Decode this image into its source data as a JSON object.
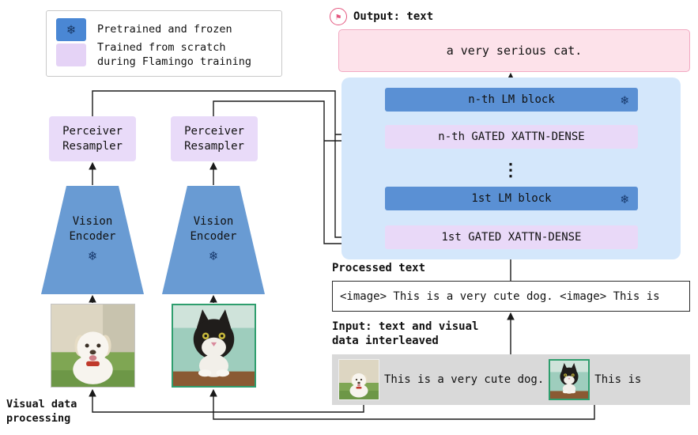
{
  "legend": {
    "frozen": "Pretrained and frozen",
    "trained": "Trained from scratch\nduring Flamingo training"
  },
  "output": {
    "label": "Output: text",
    "text": "a very serious cat."
  },
  "stack": {
    "nth_lm": "n-th LM block",
    "nth_xattn": "n-th GATED XATTN-DENSE",
    "dots": "⋮",
    "first_lm": "1st LM block",
    "first_xattn": "1st GATED XATTN-DENSE"
  },
  "processed": {
    "label": "Processed text",
    "content": "<image> This is a very cute dog. <image> This is"
  },
  "input": {
    "label": "Input: text and visual\ndata interleaved",
    "text_before": "This is a very cute dog.",
    "text_after": "This is"
  },
  "vision": {
    "perceiver": "Perceiver\nResampler",
    "encoder": "Vision\nEncoder",
    "visual_label": "Visual data\nprocessing"
  },
  "icons": {
    "snowflake": "❄",
    "output_flag": "⚑"
  },
  "colors": {
    "frozen_blue": "#5a90d4",
    "trained_purple": "#e9d9f8",
    "container_blue": "#d4e7fb",
    "output_pink": "#fde2ea",
    "input_gray": "#d9d9d9"
  }
}
